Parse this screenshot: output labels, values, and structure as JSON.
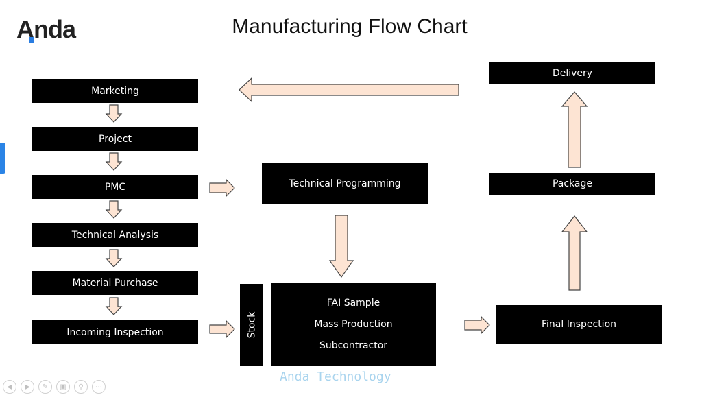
{
  "title": "Manufacturing Flow Chart",
  "logo": {
    "text": "Anda"
  },
  "left_column": [
    "Marketing",
    "Project",
    "PMC",
    "Technical Analysis",
    "Material Purchase",
    "Incoming  Inspection"
  ],
  "technical_programming": "Technical  Programming",
  "stock": "Stock",
  "production": [
    "FAI Sample",
    "Mass Production",
    "Subcontractor"
  ],
  "final_inspection": "Final  Inspection",
  "package": "Package",
  "delivery": "Delivery",
  "footer": "Anda Technology",
  "toolbar_icons": [
    "prev-icon",
    "next-icon",
    "pen-icon",
    "slides-icon",
    "zoom-icon",
    "more-icon"
  ],
  "colors": {
    "box": "#000000",
    "arrow_fill": "#fde4d3",
    "arrow_stroke": "#444444",
    "footer": "#a9d4ee",
    "accent": "#2b84e6"
  }
}
